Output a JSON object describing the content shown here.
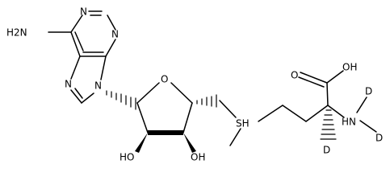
{
  "molecule": {
    "adenine": {
      "amino": "H2N",
      "ring_n1": "N",
      "ring_n3": "N",
      "ring_n7": "N",
      "ring_n9": "N"
    },
    "ribose": {
      "ring_oxygen": "O",
      "hydroxyl_left": "HO",
      "hydroxyl_right": "OH"
    },
    "methionine": {
      "sulfonium": "SH",
      "carboxyl": "OH",
      "carbonyl_oxygen": "O",
      "amine_n": "N",
      "amine_h": "H",
      "deuterium_n_top": "D",
      "deuterium_n_right": "D",
      "deuterium_c": "D"
    }
  }
}
